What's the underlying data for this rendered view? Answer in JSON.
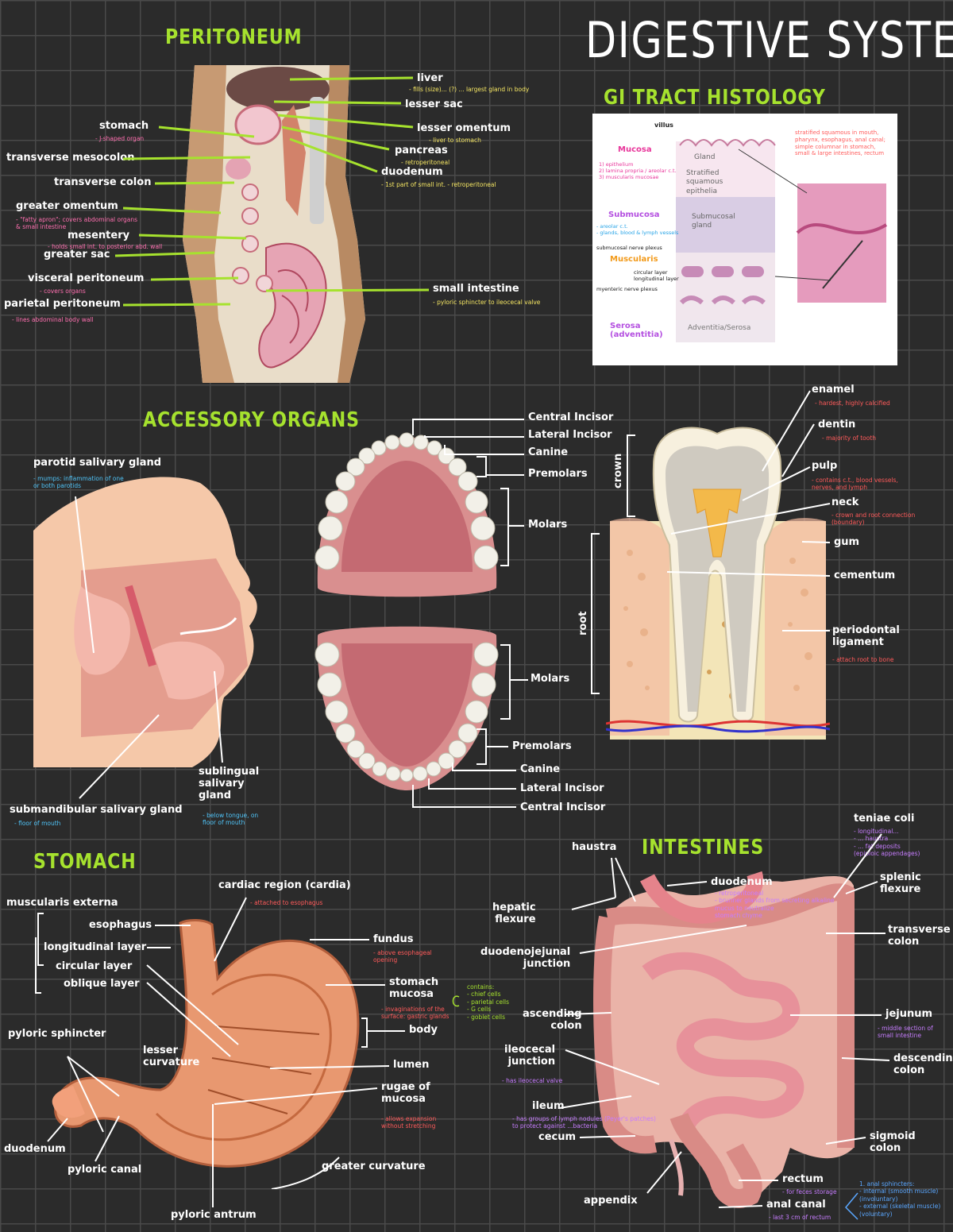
{
  "title": "DIGESTIVE SYSTEM",
  "peritoneum": {
    "heading": "PERITONEUM",
    "labels": {
      "liver": "liver",
      "liver_note": "- fills (size)... (?) ... largest gland in body",
      "lesser_sac": "lesser sac",
      "lesser_omentum": "lesser omentum",
      "lesser_omentum_note": "- liver to stomach",
      "stomach": "stomach",
      "stomach_note": "- J-shaped organ",
      "pancreas": "pancreas",
      "pancreas_note": "- retroperitoneal",
      "duodenum": "duodenum",
      "duodenum_note": "- 1st part of small int.\n- retroperitoneal",
      "transverse_mesocolon": "transverse mesocolon",
      "transverse_colon": "transverse colon",
      "greater_omentum": "greater omentum",
      "greater_omentum_note": "- \"fatty apron\"; covers abdominal organs\n& small intestine",
      "mesentery": "mesentery",
      "mesentery_note": "- holds small int. to posterior abd. wall",
      "greater_sac": "greater sac",
      "visceral_peritoneum": "visceral peritoneum",
      "visceral_note": "- covers organs",
      "parietal_peritoneum": "parietal peritoneum",
      "parietal_note": "- lines abdominal body wall",
      "small_intestine": "small intestine",
      "small_intestine_note": "- pyloric sphincter to ileocecal valve"
    }
  },
  "gi": {
    "heading": "GI TRACT HISTOLOGY",
    "mucosa": "Mucosa",
    "mucosa_notes": "1) epithelium\n2) lamina propria / areolar c.t.\n3) muscularis mucosae",
    "submucosa": "Submucosa",
    "submucosa_notes": "- areolar c.t.\n- glands, blood & lymph vessels",
    "submucosal_plexus": "submucosal nerve plexus",
    "muscularis": "Muscularis",
    "muscularis_notes": "circular layer\nlongitudinal layer",
    "myenteric": "myenteric nerve plexus",
    "serosa": "Serosa\n(adventitia)",
    "villus": "villus",
    "top_note": "stratified squamous in mouth,\npharynx, esophagus, anal canal;\nsimple columnar in stomach,\nsmall & large intestines, rectum",
    "fig": {
      "gland": "Gland",
      "epithelia": "Stratified\nsquamous\nepithelia",
      "submucosal_gland": "Submucosal\ngland",
      "adventitia": "Adventitia/Serosa"
    }
  },
  "accessory": {
    "heading": "ACCESSORY ORGANS",
    "parotid": "parotid salivary gland",
    "parotid_note": "- mumps: inflammation of one\nor both parotids",
    "submandibular": "submandibular salivary gland",
    "submandibular_note": "- floor of mouth",
    "sublingual": "sublingual\nsalivary\ngland",
    "sublingual_note": "- below tongue, on\nfloor of mouth",
    "upper": [
      "Central Incisor",
      "Lateral Incisor",
      "Canine",
      "Premolars",
      "Molars"
    ],
    "lower": [
      "Molars",
      "Premolars",
      "Canine",
      "Lateral Incisor",
      "Central Incisor"
    ],
    "tooth": {
      "crown": "crown",
      "root": "root",
      "enamel": "enamel",
      "enamel_note": "- hardest, highly calcified",
      "dentin": "dentin",
      "dentin_note": "- majority of tooth",
      "pulp": "pulp",
      "pulp_note": "- contains c.t., blood vessels,\nnerves, and lymph",
      "neck": "neck",
      "neck_note": "- crown and root connection\n(boundary)",
      "gum": "gum",
      "cementum": "cementum",
      "periodontal": "periodontal\nligament",
      "periodontal_note": "- attach root to bone"
    }
  },
  "stomach": {
    "heading": "STOMACH",
    "muscularis_externa": "muscularis externa",
    "esophagus": "esophagus",
    "longitudinal": "longitudinal layer",
    "circular": "circular layer",
    "oblique": "oblique layer",
    "pyloric_sphincter": "pyloric sphincter",
    "lesser_curvature": "lesser\ncurvature",
    "duodenum": "duodenum",
    "pyloric_canal": "pyloric canal",
    "pyloric_antrum": "pyloric antrum",
    "cardiac": "cardiac region (cardia)",
    "cardiac_note": "- attached to esophagus",
    "fundus": "fundus",
    "fundus_note": "- above esophageal\nopening",
    "mucosa": "stomach\nmucosa",
    "mucosa_note": "- invaginations of the\nsurface: gastric glands",
    "contains": "contains:\n- chief cells\n- parietal cells\n- G cells\n- goblet cells",
    "body": "body",
    "lumen": "lumen",
    "rugae": "rugae of\nmucosa",
    "rugae_note": "- allows expansion\nwithout stretching",
    "greater_curvature": "greater curvature"
  },
  "intestines": {
    "heading": "INTESTINES",
    "haustra": "haustra",
    "duodenum": "duodenum",
    "duodenum_note": "- retroperitoneal\n- brunner glands from secreting alkaline\nmucus to neutralize\nstomach chyme",
    "hepatic": "hepatic\nflexure",
    "duodenojejunal": "duodenojejunal\njunction",
    "ascending": "ascending\ncolon",
    "ileocecal": "ileocecal\njunction",
    "ileocecal_note": "- has ileocecal valve",
    "ileum": "ileum",
    "ileum_note": "- has groups of lymph nodules (Peyer's patches)\nto protect against ...bacteria",
    "cecum": "cecum",
    "appendix": "appendix",
    "rectum": "rectum",
    "rectum_note": "- for feces storage",
    "anal_canal": "anal canal",
    "anal_note": "- last 3 cm of rectum",
    "sphincters": "1. anal sphincters:\n- internal (smooth muscle)\n(involuntary)\n- external (skeletal muscle)\n(voluntary)",
    "teniae": "teniae coli",
    "teniae_note": "- longitudinal...\n- ... haustra\n- ... fat deposits\n(epiploic appendages)",
    "splenic": "splenic\nflexure",
    "transverse": "transverse\ncolon",
    "jejunum": "jejunum",
    "jejunum_note": "- middle section of\nsmall intestine",
    "descending": "descending\ncolon",
    "sigmoid": "sigmoid\ncolon"
  },
  "colors": {
    "background": "#2b2b2b",
    "heading": "#a6e22e",
    "note_pink": "#ff6fb0",
    "note_yellow": "#f5e663",
    "note_cyan": "#4fc3f7",
    "note_red": "#ff5a5a"
  }
}
